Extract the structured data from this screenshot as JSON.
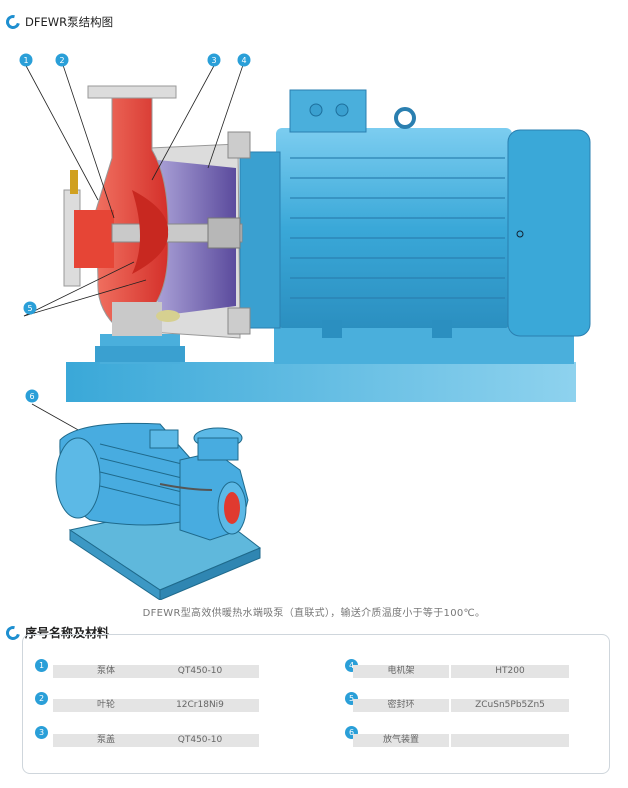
{
  "page_title": "DFEWR泵结构图",
  "callouts": [
    "1",
    "2",
    "3",
    "4",
    "5",
    "6"
  ],
  "caption": "DFEWR型高效供暖热水端吸泵（直联式），输送介质温度小于等于100℃。",
  "materials_title": "序号名称及材料",
  "materials": [
    {
      "num": "1",
      "name": "泵体",
      "material": "QT450-10"
    },
    {
      "num": "2",
      "name": "叶轮",
      "material": "12Cr18Ni9"
    },
    {
      "num": "3",
      "name": "泵盖",
      "material": "QT450-10"
    },
    {
      "num": "4",
      "name": "电机架",
      "material": "HT200"
    },
    {
      "num": "5",
      "name": "密封环",
      "material": "ZCuSn5Pb5Zn5"
    },
    {
      "num": "6",
      "name": "放气装置",
      "material": ""
    }
  ],
  "colors": {
    "accent": "#1e8fd0",
    "motor": "#3aa8d8",
    "pump_red": "#e03a2f",
    "cover_purple": "#6b58a8",
    "base": "#55b8e0"
  }
}
